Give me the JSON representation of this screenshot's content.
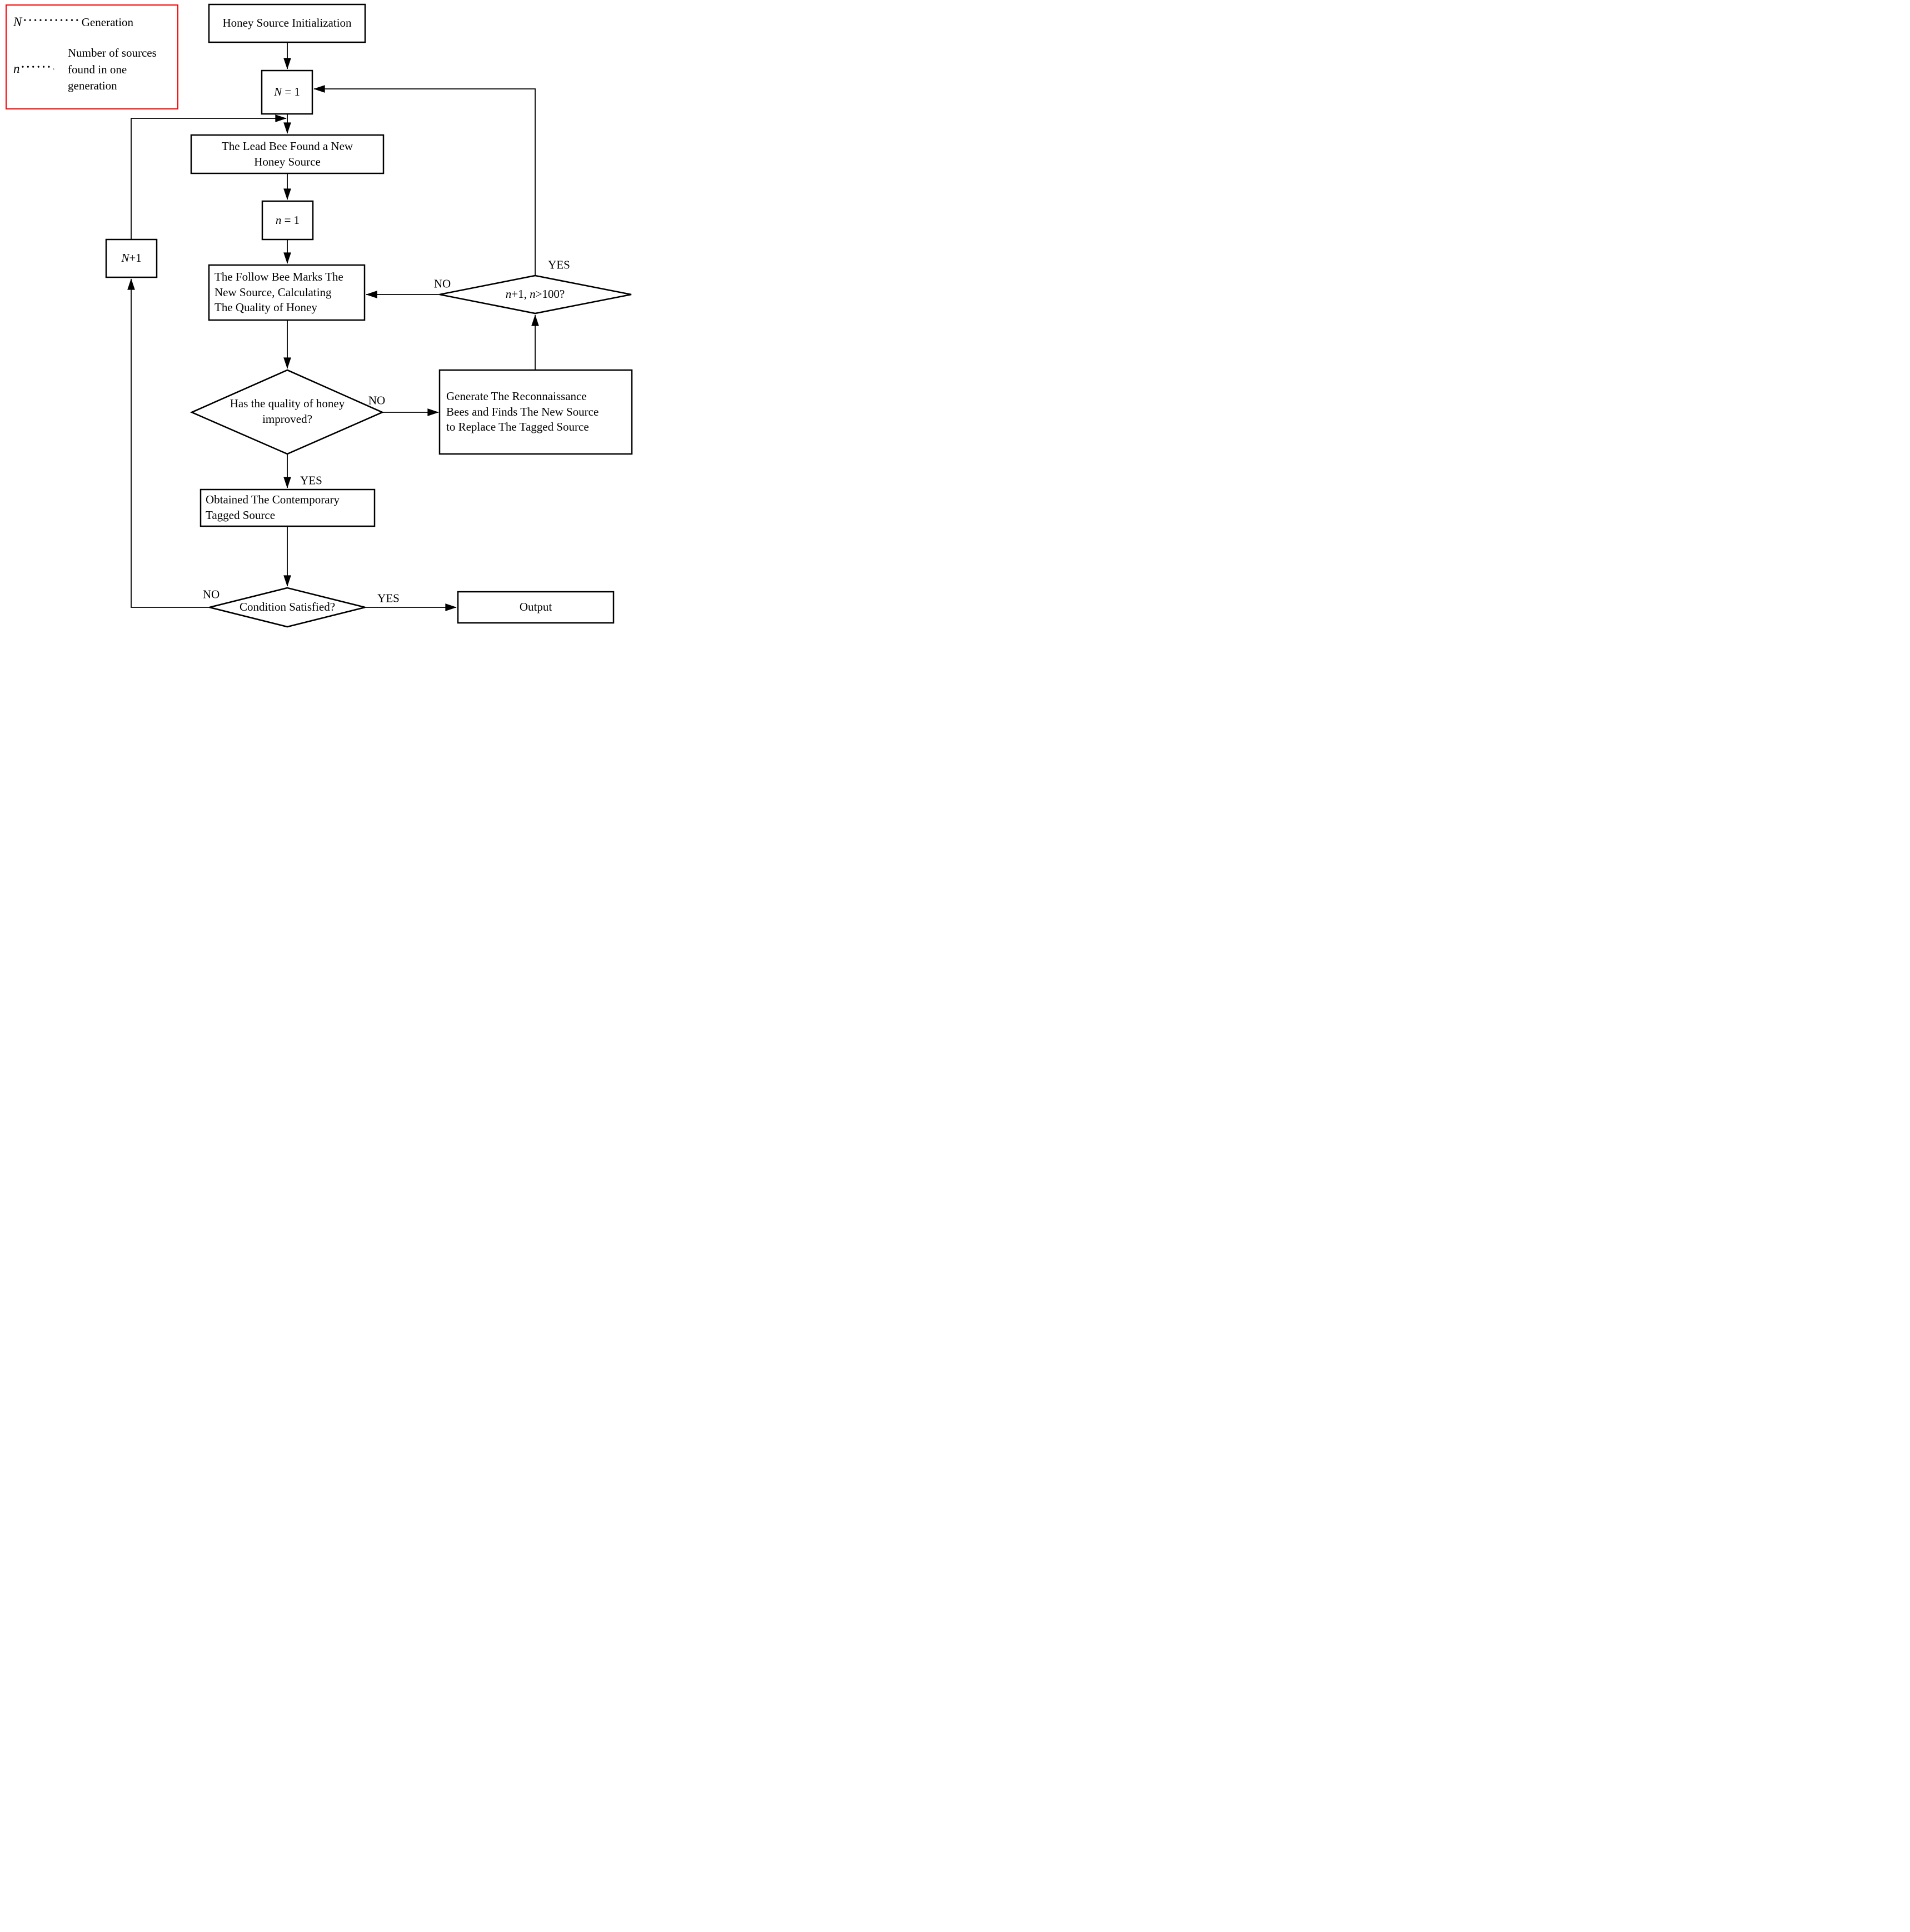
{
  "colors": {
    "ink": "#000000",
    "legend_border": "#f40000",
    "background": "#ffffff"
  },
  "legend": {
    "entries": [
      {
        "term": "N",
        "leader": "•••••••••••",
        "definition_lines": [
          "Generation"
        ]
      },
      {
        "term": "n",
        "leader": "••••••.",
        "definition_lines": [
          "Number of sources",
          "found in one",
          "generation"
        ]
      }
    ]
  },
  "nodes": {
    "init": {
      "label": "Honey Source Initialization"
    },
    "set_big_n": {
      "var": "N",
      "rest": " = 1"
    },
    "lead": {
      "lines": [
        "The Lead Bee Found a New",
        "Honey Source"
      ]
    },
    "set_small_n": {
      "var": "n",
      "rest": " = 1"
    },
    "follow": {
      "lines": [
        "The Follow Bee Marks The",
        "New Source, Calculating",
        "The Quality of Honey"
      ]
    },
    "quality": {
      "lines": [
        "Has the quality of honey",
        "improved?"
      ]
    },
    "generate": {
      "lines": [
        "Generate The Reconnaissance",
        "Bees and Finds The New Source",
        "to Replace The Tagged Source"
      ]
    },
    "obtained": {
      "lines": [
        "Obtained The Contemporary",
        "Tagged Source"
      ]
    },
    "n_check": {
      "s1": "n",
      "s2": "+1, ",
      "s3": "n",
      "s4": ">100?"
    },
    "condition": {
      "label": "Condition Satisfied?"
    },
    "output": {
      "label": "Output"
    },
    "increment_n": {
      "var": "N",
      "rest": "+1"
    }
  },
  "edge_labels": {
    "quality_no": "NO",
    "quality_yes": "YES",
    "ncheck_no": "NO",
    "ncheck_yes": "YES",
    "condition_no": "NO",
    "condition_yes": "YES"
  }
}
